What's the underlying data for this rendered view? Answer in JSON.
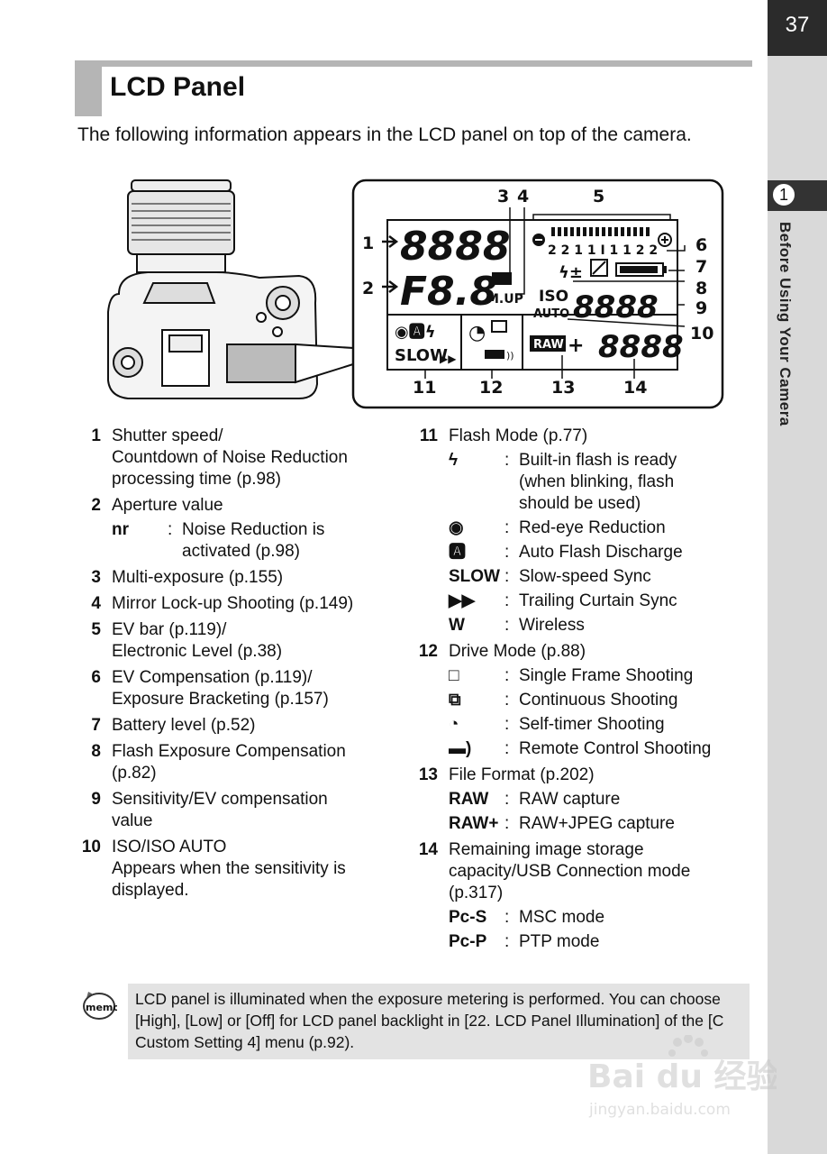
{
  "page": {
    "number": "37"
  },
  "chapter": {
    "number": "1",
    "title": "Before Using Your Camera"
  },
  "section": {
    "title": "LCD Panel",
    "intro": "The following information appears in the LCD panel on top of the camera."
  },
  "figure": {
    "callouts": [
      "1",
      "2",
      "3",
      "4",
      "5",
      "6",
      "7",
      "8",
      "9",
      "10",
      "11",
      "12",
      "13",
      "14"
    ],
    "lcd": {
      "shutter_digits": "8888",
      "aperture": "F8.8",
      "mup": "M.UP",
      "ev_scale": "2 2 1 1 I 1 1 2 2",
      "iso": "ISO",
      "auto": "AUTO",
      "iso_digits": "8888",
      "slow": "SLOW",
      "raw": "RAW",
      "plus": "+",
      "remaining_digits": "8888"
    }
  },
  "left_items": [
    {
      "num": "1",
      "lines": [
        "Shutter speed/",
        "Countdown of Noise Reduction",
        "processing time (p.98)"
      ]
    },
    {
      "num": "2",
      "lines": [
        "Aperture value"
      ],
      "subs": [
        {
          "sym": "nr",
          "lines": [
            "Noise Reduction is",
            "activated (p.98)"
          ]
        }
      ]
    },
    {
      "num": "3",
      "lines": [
        "Multi-exposure (p.155)"
      ]
    },
    {
      "num": "4",
      "lines": [
        "Mirror Lock-up Shooting (p.149)"
      ]
    },
    {
      "num": "5",
      "lines": [
        "EV bar (p.119)/",
        "Electronic Level (p.38)"
      ]
    },
    {
      "num": "6",
      "lines": [
        "EV Compensation (p.119)/",
        "Exposure Bracketing (p.157)"
      ]
    },
    {
      "num": "7",
      "lines": [
        "Battery level (p.52)"
      ]
    },
    {
      "num": "8",
      "lines": [
        "Flash Exposure Compensation",
        "(p.82)"
      ]
    },
    {
      "num": "9",
      "lines": [
        "Sensitivity/EV compensation",
        "value"
      ]
    },
    {
      "num": "10",
      "lines": [
        "ISO/ISO AUTO",
        "Appears when the sensitivity is",
        "displayed."
      ]
    }
  ],
  "right_items": [
    {
      "num": "11",
      "lines": [
        "Flash Mode (p.77)"
      ],
      "subs": [
        {
          "sym": "ϟ",
          "lines": [
            "Built-in flash is ready",
            "(when blinking, flash",
            "should be used)"
          ]
        },
        {
          "sym": "◉",
          "lines": [
            "Red-eye Reduction"
          ]
        },
        {
          "sym": "🅰",
          "lines": [
            "Auto Flash Discharge"
          ]
        },
        {
          "sym": "SLOW",
          "lines": [
            "Slow-speed Sync"
          ]
        },
        {
          "sym": "▶▶",
          "lines": [
            "Trailing Curtain Sync"
          ]
        },
        {
          "sym": "W",
          "lines": [
            "Wireless"
          ]
        }
      ]
    },
    {
      "num": "12",
      "lines": [
        "Drive Mode (p.88)"
      ],
      "subs": [
        {
          "sym": "□",
          "lines": [
            "Single Frame Shooting"
          ]
        },
        {
          "sym": "⧉",
          "lines": [
            "Continuous Shooting"
          ]
        },
        {
          "sym": "◔",
          "lines": [
            "Self-timer Shooting"
          ]
        },
        {
          "sym": "▬)",
          "lines": [
            "Remote Control Shooting"
          ]
        }
      ]
    },
    {
      "num": "13",
      "lines": [
        "File Format (p.202)"
      ],
      "subs": [
        {
          "sym": "RAW",
          "lines": [
            "RAW capture"
          ]
        },
        {
          "sym": "RAW+",
          "lines": [
            "RAW+JPEG capture"
          ]
        }
      ]
    },
    {
      "num": "14",
      "lines": [
        "Remaining image storage",
        "capacity/USB Connection mode",
        "(p.317)"
      ],
      "subs": [
        {
          "sym": "Pc-S",
          "lines": [
            "MSC mode"
          ]
        },
        {
          "sym": "Pc-P",
          "lines": [
            "PTP mode"
          ]
        }
      ]
    }
  ],
  "memo": {
    "icon_label": "memo",
    "text": "LCD panel is illuminated when the exposure metering is performed. You can choose [High], [Low] or [Off] for LCD panel backlight in [22. LCD Panel Illumination] of the [C Custom Setting 4] menu (p.92)."
  },
  "watermark": {
    "brand": "Bai du 经验",
    "url": "jingyan.baidu.com"
  }
}
